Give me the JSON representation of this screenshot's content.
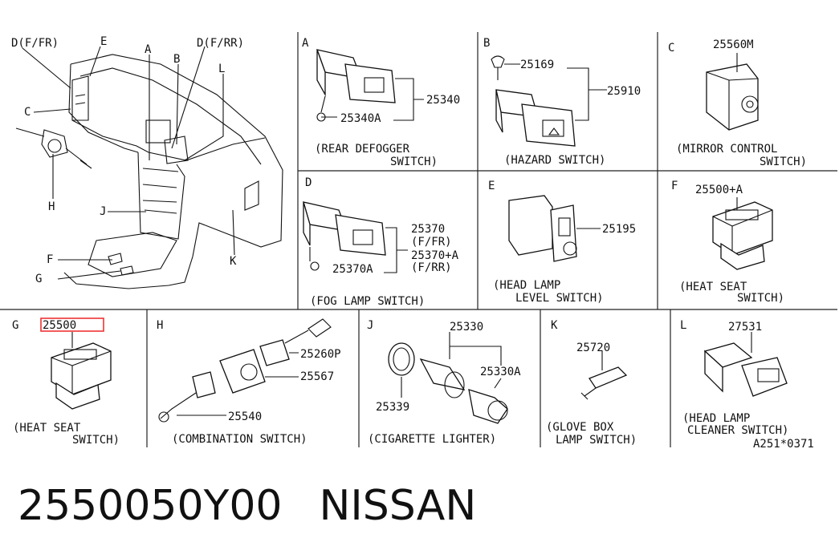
{
  "panels": {
    "overview": {
      "callouts": [
        "D(F/FR)",
        "E",
        "A",
        "B",
        "D(F/RR)",
        "L",
        "C",
        "H",
        "J",
        "F",
        "G",
        "K"
      ]
    },
    "A": {
      "letter": "A",
      "parts": [
        "25340",
        "25340A"
      ],
      "caption": [
        "(REAR DEFOGGER",
        "SWITCH)"
      ]
    },
    "B": {
      "letter": "B",
      "parts": [
        "25169",
        "25910"
      ],
      "caption": [
        "(HAZARD SWITCH)"
      ]
    },
    "C": {
      "letter": "C",
      "parts": [
        "25560M"
      ],
      "caption": [
        "(MIRROR CONTROL",
        "SWITCH)"
      ]
    },
    "D": {
      "letter": "D",
      "parts": [
        "25370",
        "(F/FR)",
        "25370+A",
        "(F/RR)",
        "25370A"
      ],
      "caption": [
        "(FOG LAMP SWITCH)"
      ]
    },
    "E": {
      "letter": "E",
      "parts": [
        "25195"
      ],
      "caption": [
        "(HEAD LAMP",
        "LEVEL SWITCH)"
      ]
    },
    "F": {
      "letter": "F",
      "parts": [
        "25500+A"
      ],
      "caption": [
        "(HEAT SEAT",
        "SWITCH)"
      ]
    },
    "G": {
      "letter": "G",
      "parts": [
        "25500"
      ],
      "caption": [
        "(HEAT SEAT",
        "SWITCH)"
      ]
    },
    "H": {
      "letter": "H",
      "parts": [
        "25260P",
        "25567",
        "25540"
      ],
      "caption": [
        "(COMBINATION SWITCH)"
      ]
    },
    "J": {
      "letter": "J",
      "parts": [
        "25330",
        "25330A",
        "25339"
      ],
      "caption": [
        "(CIGARETTE LIGHTER)"
      ]
    },
    "K": {
      "letter": "K",
      "parts": [
        "25720"
      ],
      "caption": [
        "(GLOVE BOX",
        "LAMP SWITCH)"
      ]
    },
    "L": {
      "letter": "L",
      "parts": [
        "27531"
      ],
      "caption": [
        "(HEAD LAMP",
        "CLEANER SWITCH)"
      ]
    }
  },
  "drawing_code": "A251*0371",
  "footer": {
    "part_number": "2550050Y00",
    "brand": "NISSAN"
  },
  "colors": {
    "line": "#111111",
    "highlight": "#e33333"
  }
}
